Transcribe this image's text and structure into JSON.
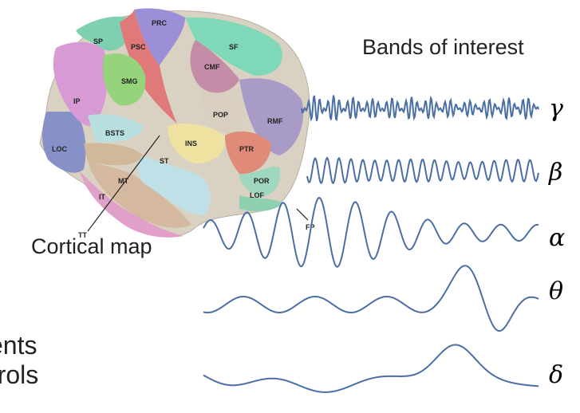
{
  "title": "Bands of interest",
  "caption": "Cortical map",
  "cutoff_text": [
    "tients",
    "ntrols"
  ],
  "bands": [
    {
      "symbol": "γ",
      "name": "gamma"
    },
    {
      "symbol": "β",
      "name": "beta"
    },
    {
      "symbol": "α",
      "name": "alpha"
    },
    {
      "symbol": "θ",
      "name": "theta"
    },
    {
      "symbol": "δ",
      "name": "delta"
    }
  ],
  "regions": [
    "PRC",
    "SP",
    "PSC",
    "SF",
    "CMF",
    "SMG",
    "IP",
    "POP",
    "RMF",
    "BSTS",
    "INS",
    "LOC",
    "PTR",
    "ST",
    "POR",
    "MT",
    "IT",
    "LOF",
    "FP",
    "TT"
  ],
  "colors": {
    "wave": "#4a6fa5",
    "text": "#222222"
  }
}
